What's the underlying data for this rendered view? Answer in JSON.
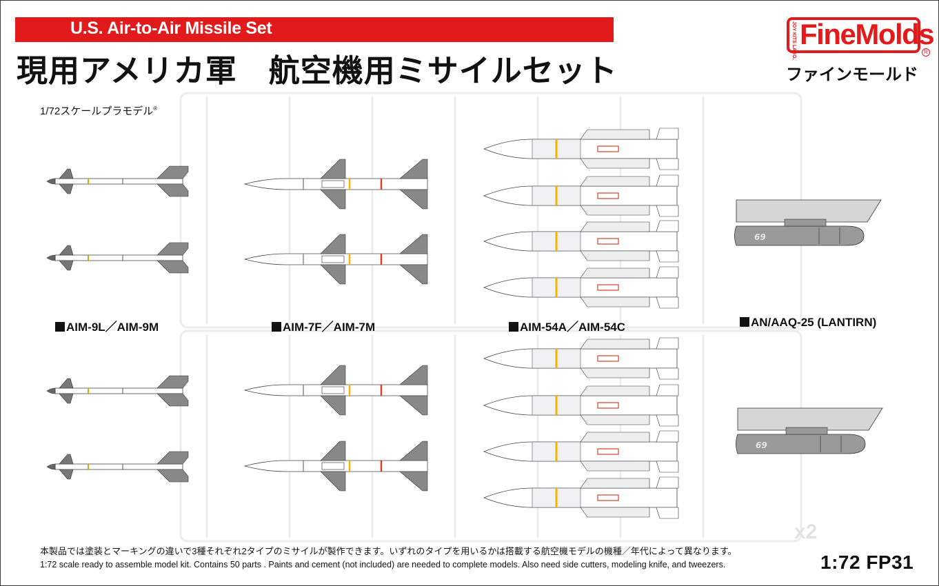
{
  "header": {
    "en_title": "U.S. Air-to-Air Missile Set",
    "jp_title": "現用アメリカ軍　航空機用ミサイルセット",
    "scale_note": "1/72スケールプラモデル",
    "scale_note_mark": "®"
  },
  "brand": {
    "logo": "FineMolds",
    "logo_small": "JOY KITS LABO.",
    "logo_reg": "R",
    "kana": "ファインモールド",
    "color": "#e31a1c"
  },
  "labels": {
    "aim9": "AIM-9L／AIM-9M",
    "aim7": "AIM-7F／AIM-7M",
    "aim54": "AIM-54A／AIM-54C",
    "lantirn": "AN/AAQ-25 (LANTIRN)"
  },
  "pod_marking": "69",
  "watermark": "x2",
  "footer": {
    "jp": "本製品では塗装とマーキングの違いで3種それぞれ2タイプのミサイルが製作できます。いずれのタイプを用いるかは搭載する航空機モデルの機種／年代によって異なります。",
    "en": "1:72 scale ready to assemble model kit. Contains 50 parts . Paints and cement (not included) are needed to complete models. Also need side cutters, modeling knife, and tweezers.",
    "code": "1:72 FP31"
  },
  "colors": {
    "banner": "#e31a1c",
    "missile_white": "#ffffff",
    "missile_grey": "#e8eaf0",
    "fin_grey": "#8c8c8c",
    "pod_grey": "#9a9a9a",
    "stripe_yellow": "#f5b400",
    "stripe_red": "#d8402a"
  }
}
